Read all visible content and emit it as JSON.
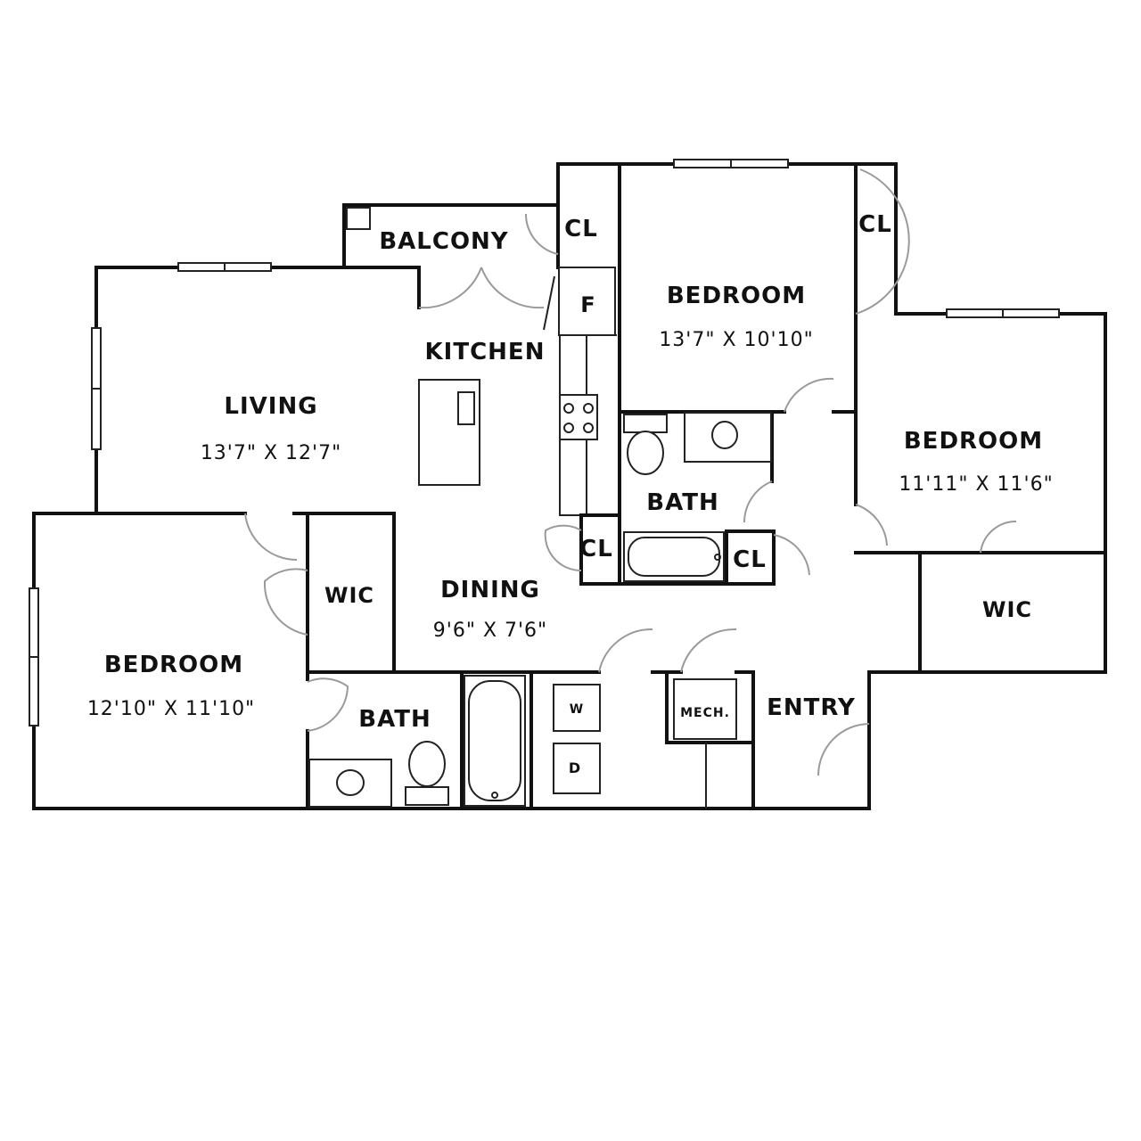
{
  "rooms": {
    "balcony": "BALCONY",
    "cl_balcony": "CL",
    "cl_master": "CL",
    "fridge": "F",
    "kitchen": "KITCHEN",
    "living": {
      "name": "LIVING",
      "dim": "13'7\" X 12'7\""
    },
    "bedroom_top": {
      "name": "BEDROOM",
      "dim": "13'7\" X 10'10\""
    },
    "bedroom_right": {
      "name": "BEDROOM",
      "dim": "11'11\" X 11'6\""
    },
    "bedroom_left": {
      "name": "BEDROOM",
      "dim": "12'10\" X 11'10\""
    },
    "bath_center": "BATH",
    "bath_left": "BATH",
    "cl_hall_left": "CL",
    "cl_hall_right": "CL",
    "dining": {
      "name": "DINING",
      "dim": "9'6\" X 7'6\""
    },
    "wic_left": "WIC",
    "wic_right": "WIC",
    "washer": "W",
    "dryer": "D",
    "mech": "MECH.",
    "entry": "ENTRY"
  },
  "colors": {
    "wall": "#111111",
    "door_swing": "#9a9a9a",
    "background": "#ffffff"
  }
}
